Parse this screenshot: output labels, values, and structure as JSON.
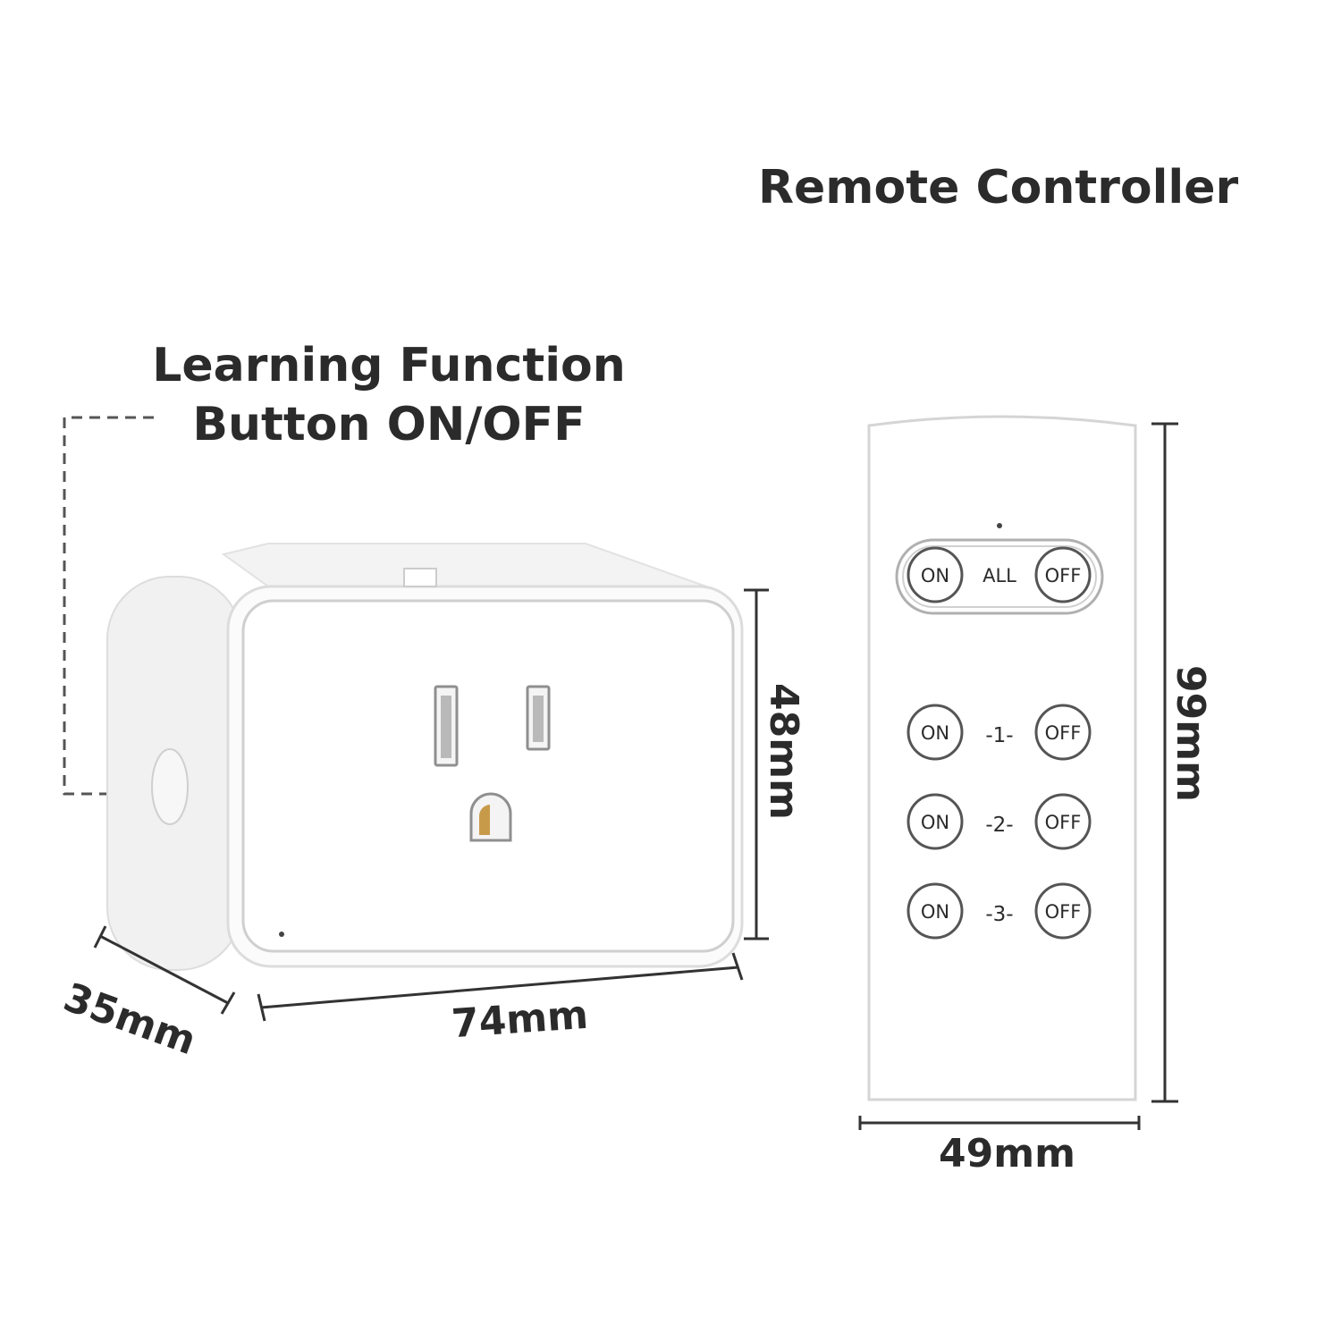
{
  "titles": {
    "remote": "Remote Controller",
    "learning_line1": "Learning Function",
    "learning_line2": "Button ON/OFF"
  },
  "dimensions": {
    "plug_width": "74mm",
    "plug_depth": "35mm",
    "plug_height": "48mm",
    "remote_height": "99mm",
    "remote_width": "49mm"
  },
  "remote": {
    "all_label": "ALL",
    "on_label": "ON",
    "off_label": "OFF",
    "channels": [
      "-1-",
      "-2-",
      "-3-"
    ]
  },
  "colors": {
    "text": "#2b2b2b",
    "device": "#ffffff",
    "outline": "#cfcfcf"
  }
}
